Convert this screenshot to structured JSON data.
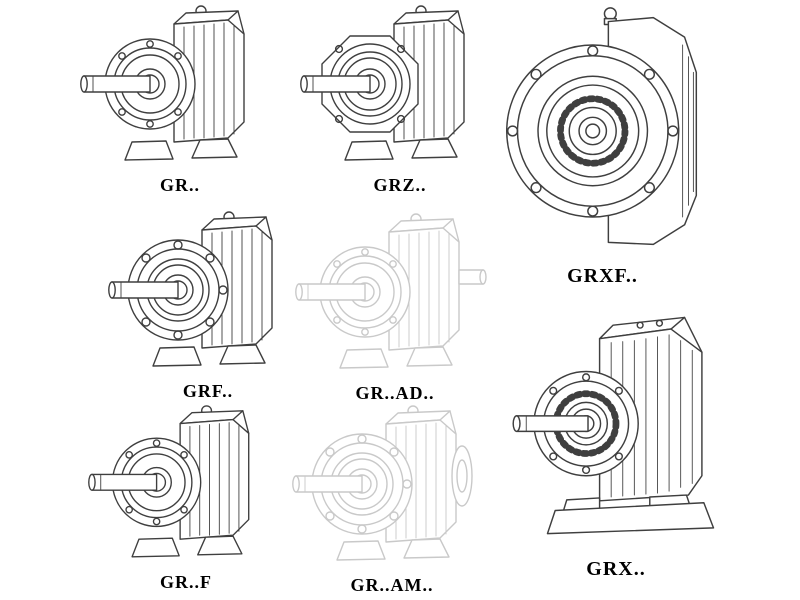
{
  "figures": [
    {
      "id": "gr",
      "label": "GR.."
    },
    {
      "id": "grz",
      "label": "GRZ.."
    },
    {
      "id": "grxf",
      "label": "GRXF.."
    },
    {
      "id": "grf",
      "label": "GRF.."
    },
    {
      "id": "grad",
      "label": "GR..AD.."
    },
    {
      "id": "grx",
      "label": "GRX.."
    },
    {
      "id": "grff",
      "label": "GR..F"
    },
    {
      "id": "gram",
      "label": "GR..AM.."
    }
  ],
  "colors": {
    "line": "#3f3f3f",
    "ghost_line": "#c9c9c9",
    "label_color": "#000000",
    "background": "#ffffff"
  }
}
